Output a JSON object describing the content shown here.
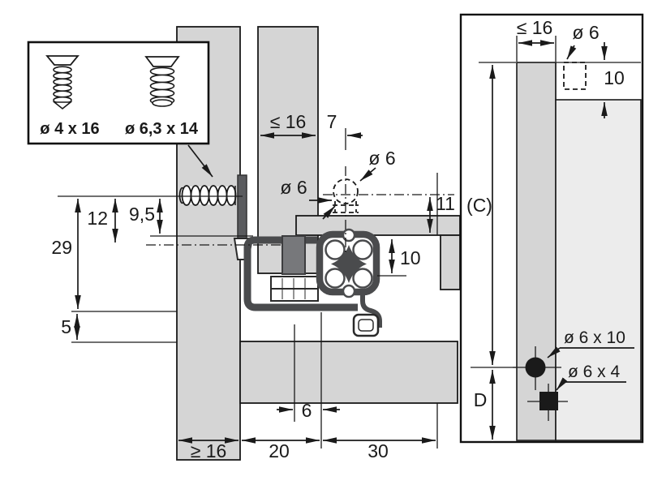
{
  "inset": {
    "small_screw_label": "ø 4 x 16",
    "large_screw_label": "ø 6,3 x 14"
  },
  "dims": {
    "panel_thickness_max": "≤ 16",
    "offset_7": "7",
    "pin_dia": "ø 6",
    "hole_dia": "ø 6",
    "height_11": "11",
    "height_10": "10",
    "height_9_5": "9,5",
    "height_12": "12",
    "height_29": "29",
    "height_5": "5",
    "side_thickness_min": "≥ 16",
    "width_20": "20",
    "width_30": "30",
    "gap_6": "6"
  },
  "right_view": {
    "thickness_max": "≤ 16",
    "hole_dia": "ø 6",
    "depth_10": "10",
    "dim_c": "(C)",
    "dim_d": "D",
    "drill_front": "ø 6 x 10",
    "drill_back": "ø 6 x 4"
  },
  "colors": {
    "panel_gray": "#d5d5d5",
    "panel_light_gray": "#ececec",
    "line": "#1a1a1a",
    "profile_dark": "#4a4b4d",
    "clamp_gray": "#77787b"
  }
}
